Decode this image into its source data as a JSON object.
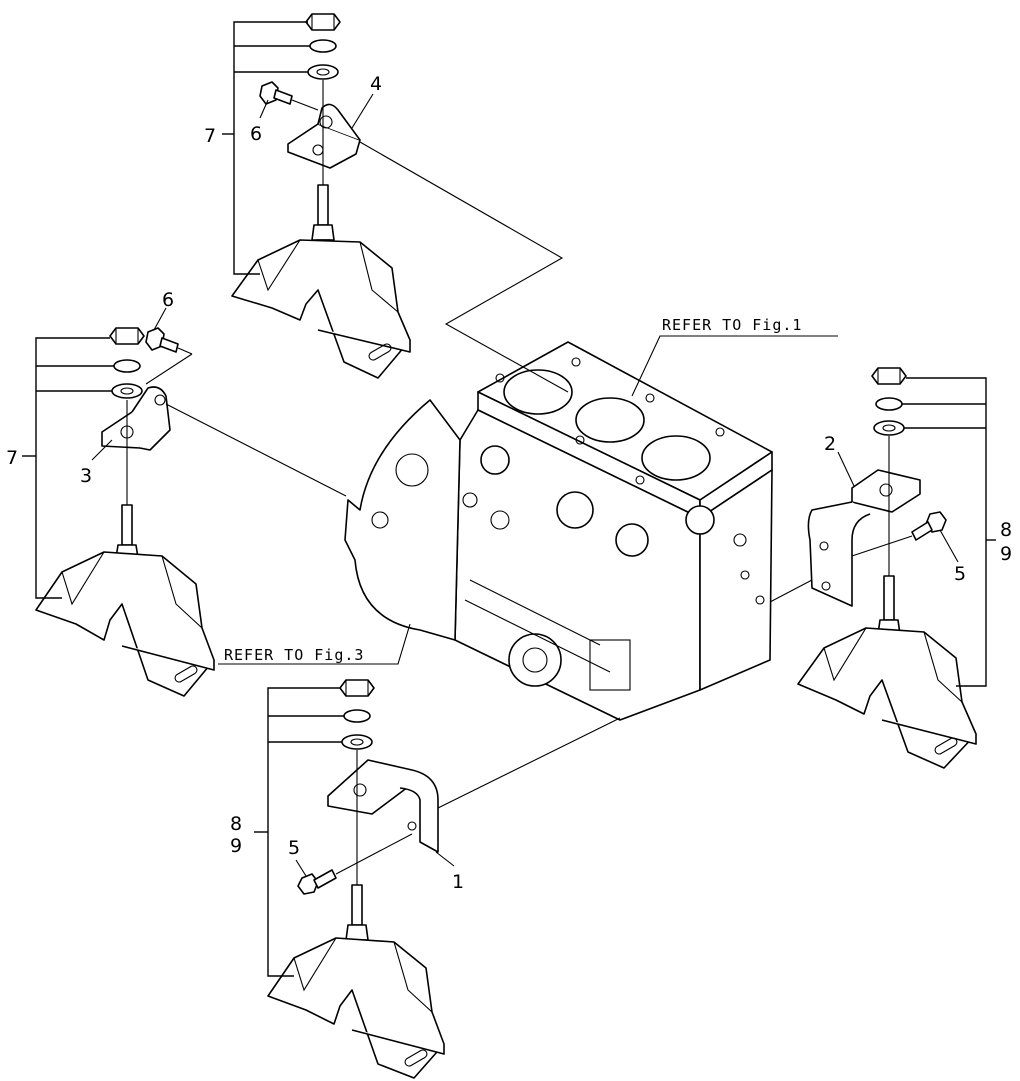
{
  "callouts": {
    "front_bracket": "1",
    "rear_bracket": "2",
    "left_plate": "3",
    "top_plate": "4",
    "bolt_lower": "5",
    "bolt_right": "5",
    "bolt_top": "6",
    "bolt_left": "6",
    "kit_top": "7",
    "kit_left": "7",
    "kit_right_a": "8",
    "kit_right_b": "9",
    "kit_lower_a": "8",
    "kit_lower_b": "9"
  },
  "references": {
    "cylinder_block": "REFER TO Fig.1",
    "flywheel_housing": "REFER TO Fig.3"
  }
}
